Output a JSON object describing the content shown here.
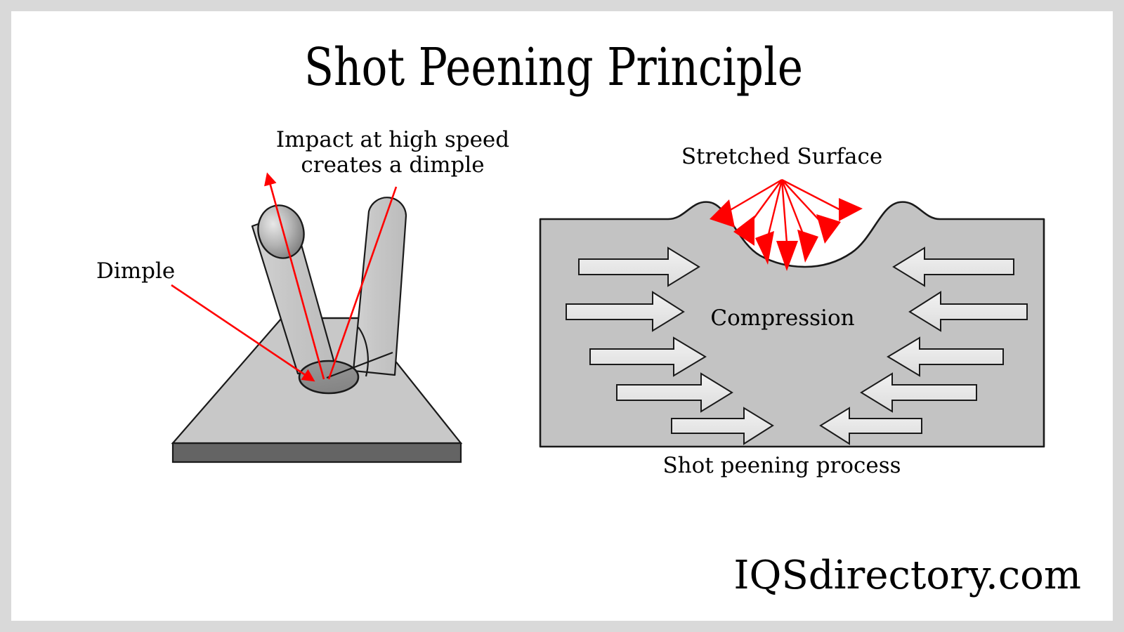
{
  "page": {
    "title": "Shot Peening Principle",
    "watermark": "IQSdirectory.com",
    "frame_color": "#d9d9d9",
    "canvas_color": "#ffffff"
  },
  "colors": {
    "accent_red": "#ff0000",
    "metal_light": "#c8c8c8",
    "metal_mid": "#bfbfbf",
    "metal_dark": "#646464",
    "dimple_fill": "#8c8c8c",
    "arrow_fill": "#e6e6e6",
    "outline": "#1a1a1a",
    "text": "#000000"
  },
  "left_diagram": {
    "name": "impact-dimple-illustration",
    "labels": {
      "impact_line1": "Impact at high speed",
      "impact_line2": "creates a dimple",
      "dimple": "Dimple"
    },
    "parts": {
      "plate_top": "workpiece-top-face",
      "plate_edge": "workpiece-edge",
      "dimple": "dimple-crater",
      "incoming_shot": "incoming-shot-path",
      "rebound_shot": "rebounding-shot-path",
      "rebound_arrow": "rebound-direction-arrow",
      "dimple_pointer": "dimple-pointer-arrow"
    }
  },
  "right_diagram": {
    "name": "compression-stress-illustration",
    "labels": {
      "stretched_surface": "Stretched Surface",
      "compression": "Compression",
      "caption": "Shot  peening process"
    },
    "counts": {
      "impact_arrows": 7,
      "left_compression_arrows": 5,
      "right_compression_arrows": 5
    },
    "parts": {
      "block": "metal-block-body",
      "crater": "surface-crater-profile",
      "fan_origin": "impact-fan-origin"
    }
  },
  "chart_data": {
    "type": "diagram",
    "title": "Shot Peening Principle",
    "panels": [
      {
        "name": "impact-dimple-illustration",
        "annotations": [
          "Impact at high speed",
          "creates a dimple",
          "Dimple"
        ]
      },
      {
        "name": "compression-stress-illustration",
        "annotations": [
          "Stretched Surface",
          "Compression",
          "Shot  peening process"
        ]
      }
    ]
  }
}
